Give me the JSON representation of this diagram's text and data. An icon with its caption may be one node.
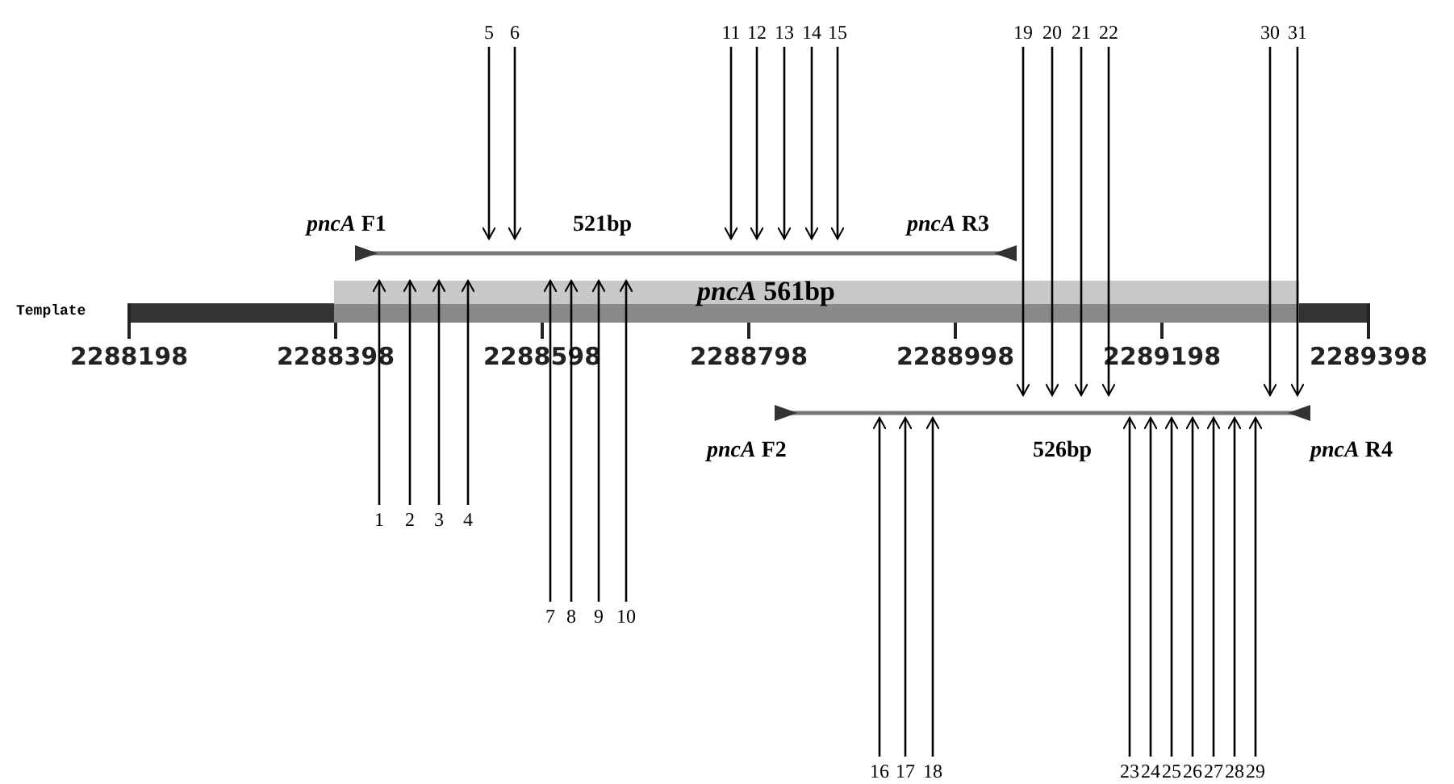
{
  "diagram": {
    "nodes": [
      {
        "text": [
          "1"
        ]
      },
      {
        "text": [
          "2"
        ]
      },
      {
        "text": [
          "3"
        ]
      },
      {
        "text": [
          "4"
        ]
      },
      {
        "text": [
          "5"
        ]
      },
      {
        "text": [
          "6"
        ]
      },
      {
        "text": [
          "7"
        ]
      },
      {
        "text": [
          "8"
        ]
      },
      {
        "text": [
          "9"
        ]
      },
      {
        "text": [
          "10"
        ]
      },
      {
        "text": [
          "11"
        ]
      },
      {
        "text": [
          "12"
        ]
      },
      {
        "text": [
          "13"
        ]
      },
      {
        "text": [
          "14"
        ]
      },
      {
        "text": [
          "15"
        ]
      },
      {
        "text": [
          "16"
        ]
      },
      {
        "text": [
          "17"
        ]
      },
      {
        "text": [
          "18"
        ]
      },
      {
        "text": [
          "19"
        ]
      },
      {
        "text": [
          "20"
        ]
      },
      {
        "text": [
          "21"
        ]
      },
      {
        "text": [
          "22"
        ]
      },
      {
        "text": [
          "23"
        ]
      },
      {
        "text": [
          "24"
        ]
      },
      {
        "text": [
          "25"
        ]
      },
      {
        "text": [
          "26"
        ]
      },
      {
        "text": [
          "27"
        ]
      },
      {
        "text": [
          "28"
        ]
      },
      {
        "text": [
          "29"
        ]
      },
      {
        "text": [
          "30"
        ]
      },
      {
        "text": [
          "31"
        ]
      },
      {
        "text": [
          "*pncA* 561bp"
        ]
      }
    ],
    "edges": [
      {
        "from": 0,
        "to": 31,
        "arrow": "to"
      },
      {
        "from": 1,
        "to": 31,
        "arrow": "to"
      },
      {
        "from": 2,
        "to": 31,
        "arrow": "to"
      },
      {
        "from": 3,
        "to": 31,
        "arrow": "to"
      },
      {
        "from": 4,
        "to": null,
        "arrow": "to"
      },
      {
        "from": 5,
        "to": null,
        "arrow": "to"
      },
      {
        "from": 6,
        "to": 31,
        "arrow": "to"
      },
      {
        "from": 7,
        "to": 31,
        "arrow": "to"
      },
      {
        "from": 8,
        "to": 31,
        "arrow": "to"
      },
      {
        "from": 9,
        "to": 31,
        "arrow": "to"
      },
      {
        "from": 10,
        "to": null,
        "arrow": "to"
      },
      {
        "from": 11,
        "to": null,
        "arrow": "to"
      },
      {
        "from": 12,
        "to": null,
        "arrow": "to"
      },
      {
        "from": 13,
        "to": null,
        "arrow": "to"
      },
      {
        "from": 14,
        "to": null,
        "arrow": "to"
      },
      {
        "from": 15,
        "to": null,
        "arrow": "to"
      },
      {
        "from": 16,
        "to": null,
        "arrow": "to"
      },
      {
        "from": 17,
        "to": null,
        "arrow": "to"
      },
      {
        "from": 18,
        "to": null,
        "arrow": "to"
      },
      {
        "from": 19,
        "to": null,
        "arrow": "to"
      },
      {
        "from": 20,
        "to": null,
        "arrow": "to"
      },
      {
        "from": 21,
        "to": null,
        "arrow": "to"
      },
      {
        "from": 22,
        "to": null,
        "arrow": "to"
      },
      {
        "from": 23,
        "to": null,
        "arrow": "to"
      },
      {
        "from": 24,
        "to": null,
        "arrow": "to"
      },
      {
        "from": 25,
        "to": null,
        "arrow": "to"
      },
      {
        "from": 26,
        "to": null,
        "arrow": "to"
      },
      {
        "from": 27,
        "to": null,
        "arrow": "to"
      },
      {
        "from": 28,
        "to": null,
        "arrow": "to"
      },
      {
        "from": 29,
        "to": null,
        "arrow": "to"
      },
      {
        "from": 30,
        "to": null,
        "arrow": "to"
      }
    ],
    "labels": [
      "*pncA* F1",
      "521bp",
      "*pncA* R3",
      "Template",
      "2288198",
      "2288398",
      "2288598",
      "2288798",
      "2288998",
      "2289198",
      "2289398",
      "*pncA* F2",
      "526bp",
      "*pncA* R4"
    ]
  }
}
